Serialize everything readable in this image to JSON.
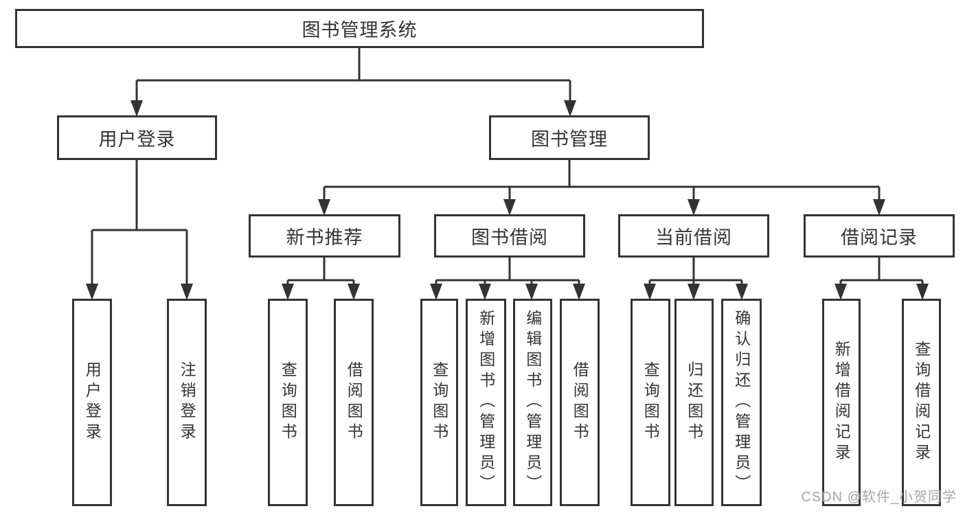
{
  "colors": {
    "line": "#333333",
    "text": "#333333",
    "background": "#ffffff",
    "watermark": "#a6a6a6"
  },
  "root": {
    "label": "图书管理系统"
  },
  "branches": [
    {
      "label": "用户登录"
    },
    {
      "label": "图书管理"
    }
  ],
  "modules": [
    {
      "label": "新书推荐"
    },
    {
      "label": "图书借阅"
    },
    {
      "label": "当前借阅"
    },
    {
      "label": "借阅记录"
    }
  ],
  "leaves": {
    "userLogin": [
      {
        "label": "用户登录"
      },
      {
        "label": "注销登录"
      }
    ],
    "newBookRec": [
      {
        "label": "查询图书"
      },
      {
        "label": "借阅图书"
      }
    ],
    "bookBorrow": [
      {
        "label": "查询图书"
      },
      {
        "label": "新增图书（管理员）"
      },
      {
        "label": "编辑图书（管理员）"
      },
      {
        "label": "借阅图书"
      }
    ],
    "currentBorrow": [
      {
        "label": "查询图书"
      },
      {
        "label": "归还图书"
      },
      {
        "label": "确认归还（管理员）"
      }
    ],
    "borrowRecords": [
      {
        "label": "新增借阅记录"
      },
      {
        "label": "查询借阅记录"
      }
    ]
  },
  "watermark": {
    "text": "CSDN @软件_小贺同学"
  }
}
